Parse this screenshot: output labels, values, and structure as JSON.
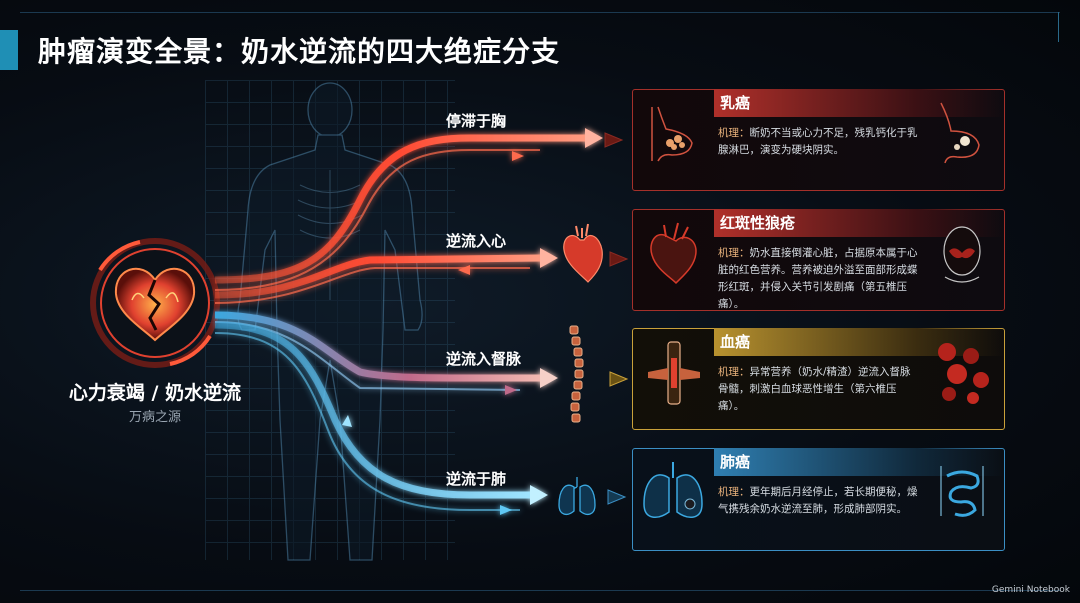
{
  "title": "肿瘤演变全景：奶水逆流的四大绝症分支",
  "source": {
    "label": "心力衰竭 / 奶水逆流",
    "sublabel": "万病之源",
    "icon": "broken-heart-icon"
  },
  "routes": [
    {
      "label": "停滞于胸",
      "organ_icon": "breast-icon"
    },
    {
      "label": "逆流入心",
      "organ_icon": "heart-icon"
    },
    {
      "label": "逆流入督脉",
      "organ_icon": "spine-icon"
    },
    {
      "label": "逆流于肺",
      "organ_icon": "lungs-icon"
    }
  ],
  "cards": [
    {
      "title": "乳癌",
      "desc_label": "机理：",
      "desc": "断奶不当或心力不足，残乳钙化于乳腺淋巴，演变为硬块阴实。",
      "accent": "#c2322b",
      "left_icon": "breast-cross-section-icon",
      "right_icon": "breast-lumps-icon"
    },
    {
      "title": "红斑性狼疮",
      "desc_label": "机理：",
      "desc": "奶水直接倒灌心脏，占据原本属于心脏的红色营养。营养被迫外溢至面部形成蝶形红斑，并侵入关节引发剧痛（第五椎压痛）。",
      "accent": "#c2322b",
      "left_icon": "heart-anatomy-icon",
      "right_icon": "face-rash-icon"
    },
    {
      "title": "血癌",
      "desc_label": "机理：",
      "desc": "异常营养（奶水/精渣）逆流入督脉骨髓，刺激白血球恶性增生（第六椎压痛）。",
      "accent": "#c9a13a",
      "left_icon": "spine-marrow-icon",
      "right_icon": "blood-cells-icon"
    },
    {
      "title": "肺癌",
      "desc_label": "机理：",
      "desc": "更年期后月经停止，若长期便秘，燥气携残余奶水逆流至肺，形成肺部阴实。",
      "accent": "#3b8fc4",
      "left_icon": "lungs-anatomy-icon",
      "right_icon": "intestines-icon"
    }
  ],
  "footer": "Gemini Notebook",
  "colors": {
    "red": "#e0412f",
    "orange": "#f08a4b",
    "gold": "#c9a13a",
    "blue": "#3ba8e0",
    "title_bar": "#1f8fb5"
  }
}
